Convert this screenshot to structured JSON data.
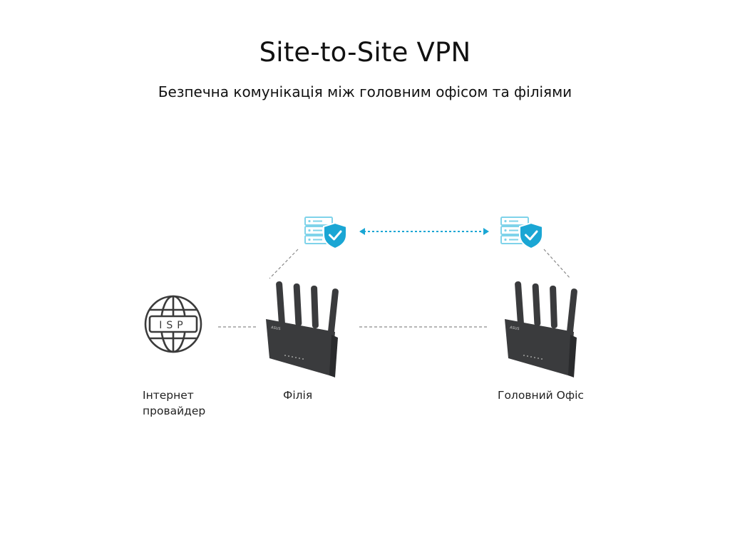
{
  "header": {
    "title": "Site-to-Site VPN",
    "subtitle": "Безпечна комунікація між головним офісом та філіями"
  },
  "nodes": {
    "isp": {
      "icon_text": "ISP",
      "label_line1": "Інтернет",
      "label_line2": "провайдер"
    },
    "branch": {
      "label": "Філія",
      "router_brand": "ASUS"
    },
    "head_office": {
      "label": "Головний Офіс",
      "router_brand": "ASUS"
    }
  },
  "colors": {
    "accent": "#1aa6d4",
    "server_line": "#7fd3ea",
    "router_body": "#3a3b3d",
    "line_gray": "#8a8a8a"
  },
  "icons": [
    "globe-icon",
    "secure-server-icon",
    "router-icon"
  ]
}
